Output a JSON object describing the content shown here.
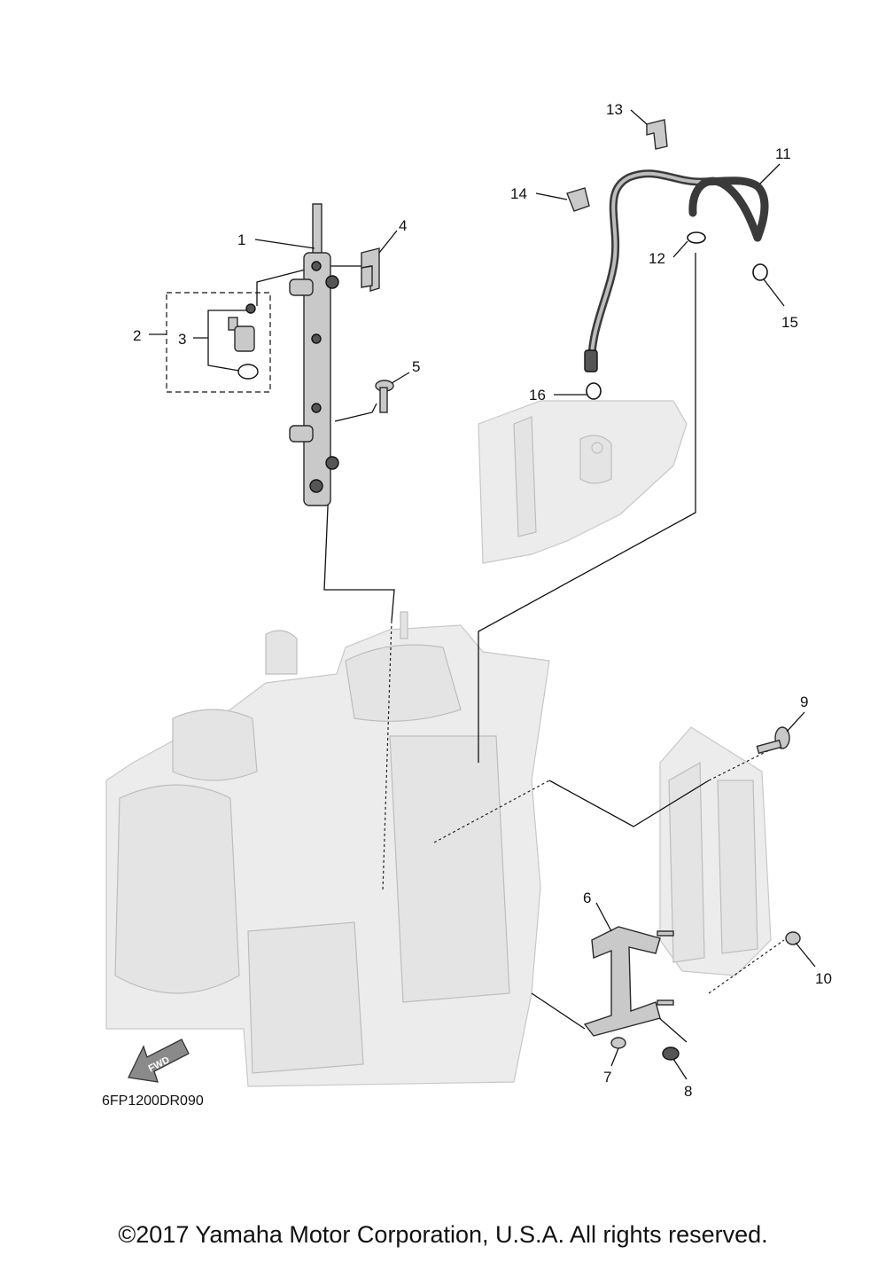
{
  "diagram": {
    "code": "6FP1200DR090",
    "fwd_label": "FWD",
    "callouts": [
      "1",
      "2",
      "3",
      "4",
      "5",
      "6",
      "7",
      "8",
      "9",
      "10",
      "11",
      "12",
      "13",
      "14",
      "15",
      "16"
    ]
  },
  "footer": {
    "copyright": "©2017 Yamaha Motor Corporation, U.S.A. All rights reserved."
  },
  "colors": {
    "ink": "#111111",
    "ghost": "#ececec",
    "part": "#c9c9c9"
  }
}
